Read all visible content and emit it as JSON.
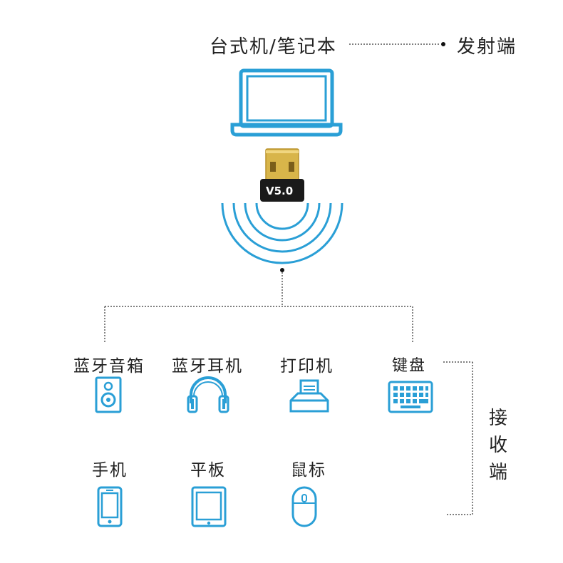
{
  "top": {
    "source_label": "台式机/笔记本",
    "transmitter_label": "发射端"
  },
  "dongle": {
    "version": "V5.0"
  },
  "receiver_label": [
    "接",
    "收",
    "端"
  ],
  "devices": [
    {
      "label": "蓝牙音箱",
      "icon": "speaker-icon"
    },
    {
      "label": "蓝牙耳机",
      "icon": "headphones-icon"
    },
    {
      "label": "打印机",
      "icon": "printer-icon"
    },
    {
      "label": "键盘",
      "icon": "keyboard-icon"
    },
    {
      "label": "手机",
      "icon": "phone-icon"
    },
    {
      "label": "平板",
      "icon": "tablet-icon"
    },
    {
      "label": "鼠标",
      "icon": "mouse-icon"
    }
  ],
  "colors": {
    "icon_blue": "#2a9fd6",
    "connector": "#333333",
    "dongle_gold": "#d8b54a",
    "dongle_body": "#1a1a1a"
  }
}
